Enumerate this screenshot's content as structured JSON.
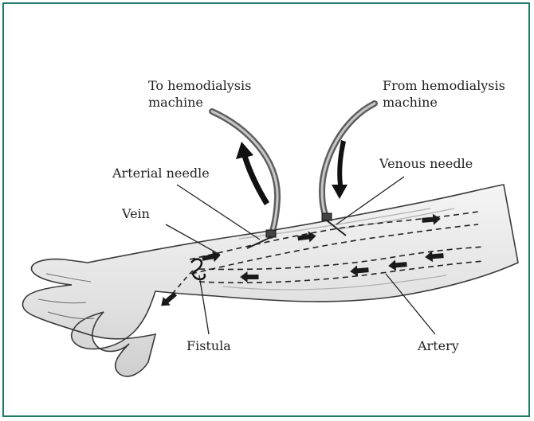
{
  "labels": {
    "to_machine": "To hemodialysis\nmachine",
    "from_machine": "From hemodialysis\nmachine",
    "arterial_needle": "Arterial needle",
    "venous_needle": "Venous needle",
    "vein": "Vein",
    "fistula": "Fistula",
    "artery": "Artery"
  },
  "colors": {
    "frame": "#1d7a6a",
    "tube": "#8a8a8a",
    "arrow": "#1a1a1a",
    "sketch": "#3a3a3a"
  },
  "icons": {
    "flow_arrow": "flow-arrow-icon",
    "needle": "needle-icon"
  }
}
